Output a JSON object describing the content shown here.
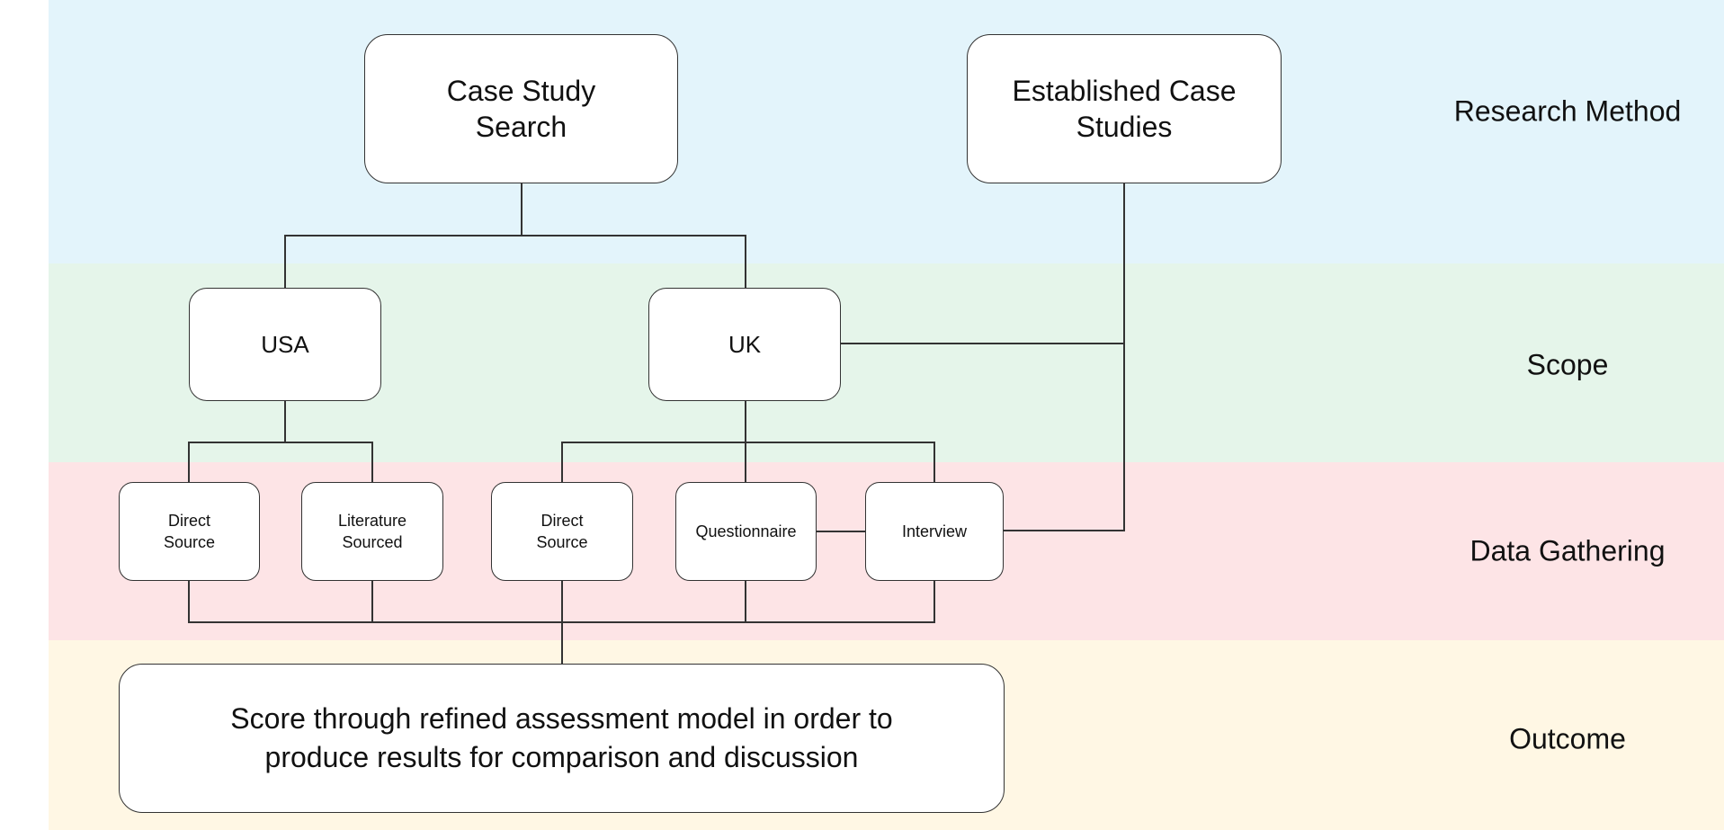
{
  "colors": {
    "research_band": "#e3f4fb",
    "scope_band": "#e5f5ea",
    "data_band": "#fde4e6",
    "outcome_band": "#fff7e4",
    "line": "#333333"
  },
  "bands": {
    "research_method": "Research Method",
    "scope": "Scope",
    "data_gathering": "Data Gathering",
    "outcome": "Outcome"
  },
  "nodes": {
    "case_study_search": "Case Study\nSearch",
    "established_case_studies": "Established Case\nStudies",
    "usa": "USA",
    "uk": "UK",
    "usa_direct_source": "Direct\nSource",
    "usa_literature_sourced": "Literature\nSourced",
    "uk_direct_source": "Direct\nSource",
    "uk_questionnaire": "Questionnaire",
    "uk_interview": "Interview",
    "outcome_text": "Score through refined assessment model in order to\nproduce results for comparison and discussion"
  }
}
